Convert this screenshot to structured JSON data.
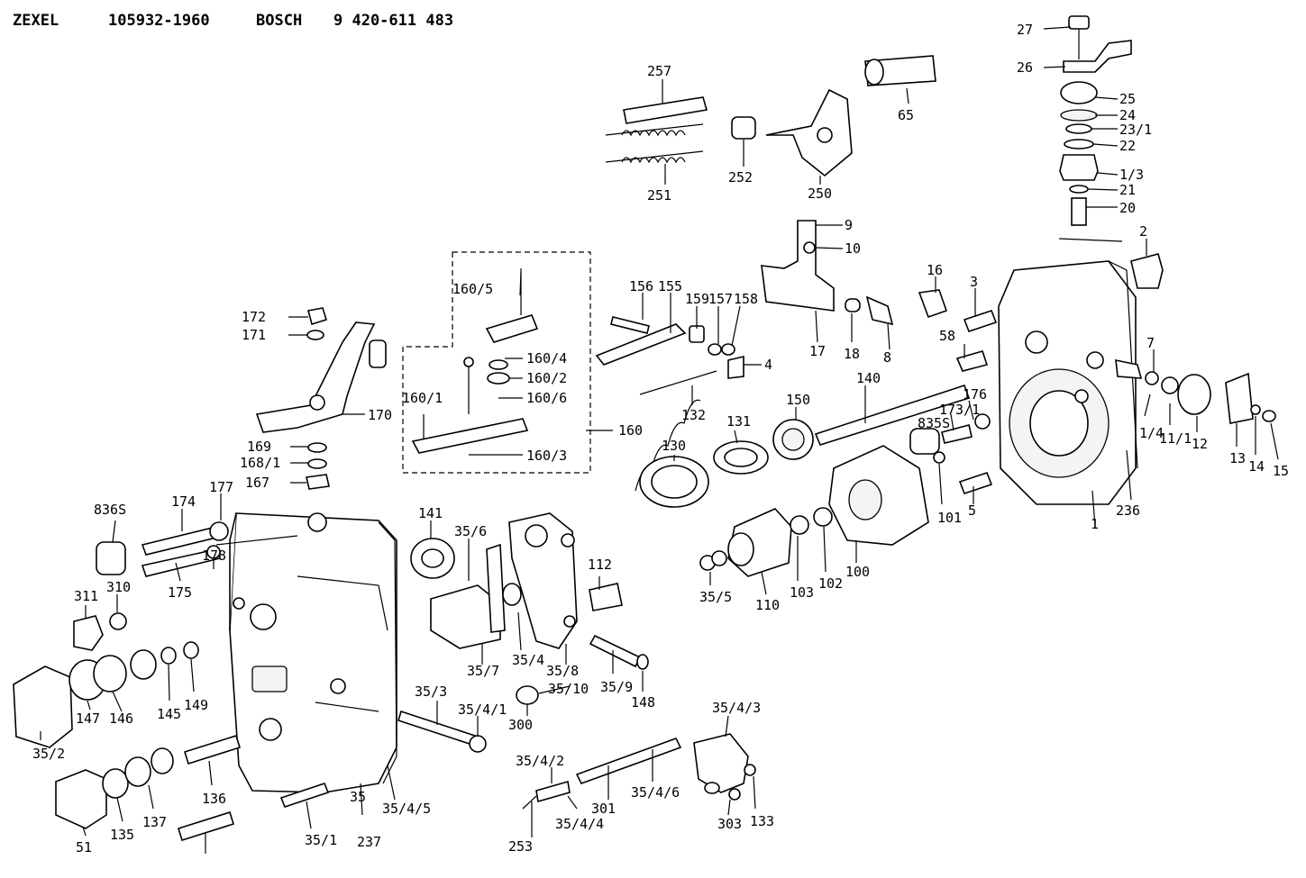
{
  "header": {
    "zexel": "ZEXEL",
    "zexel_no": "105932-1960",
    "bosch": "BOSCH",
    "bosch_no": "9 420-611 483"
  },
  "parts": [
    "27",
    "26",
    "25",
    "24",
    "23/1",
    "22",
    "1/3",
    "21",
    "20",
    "2",
    "257",
    "65",
    "251",
    "252",
    "250",
    "9",
    "10",
    "16",
    "3",
    "160/5",
    "156",
    "155",
    "159",
    "157",
    "158",
    "4",
    "17",
    "18",
    "8",
    "58",
    "7",
    "172",
    "171",
    "160/4",
    "160/2",
    "160/6",
    "132",
    "160/1",
    "170",
    "169",
    "168/1",
    "167",
    "160",
    "160/3",
    "131",
    "150",
    "140",
    "176",
    "173/1",
    "835S",
    "1/4",
    "11/1",
    "12",
    "13",
    "14",
    "15",
    "130",
    "836S",
    "174",
    "177",
    "178",
    "175",
    "141",
    "35/6",
    "311",
    "310",
    "112",
    "101",
    "5",
    "1",
    "236",
    "110",
    "103",
    "102",
    "100",
    "35/5",
    "35/7",
    "35/4",
    "35/8",
    "35/9",
    "148",
    "147",
    "146",
    "145",
    "149",
    "35/2",
    "35/3",
    "35/4/1",
    "35/10",
    "300",
    "35/4/3",
    "35/4/2",
    "35/4/6",
    "301",
    "303",
    "133",
    "136",
    "135",
    "137",
    "51",
    "35/1",
    "35",
    "237",
    "35/4/5",
    "35/4/4",
    "253"
  ]
}
